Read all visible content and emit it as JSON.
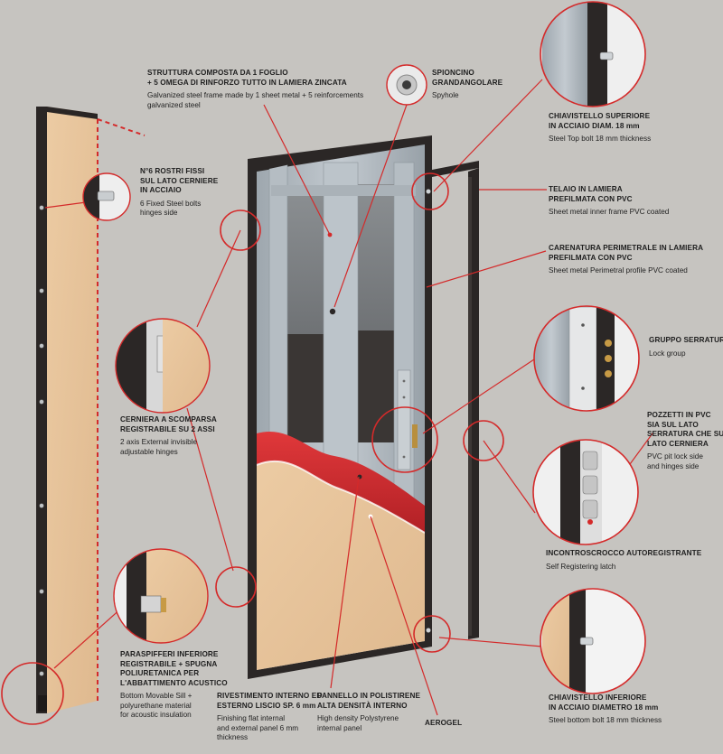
{
  "colors": {
    "background": "#c6c4c0",
    "callout": "#d42a2a",
    "frame": "#2b2726",
    "wood": "#e6c39b",
    "metal": "#a9b2b8",
    "insulation": "#c8242a"
  },
  "labels": {
    "struttura": {
      "it": "STRUTTURA COMPOSTA DA 1 FOGLIO\n+ 5 OMEGA DI RINFORZO TUTTO IN LAMIERA ZINCATA",
      "en": "Galvanized steel frame made by 1 sheet metal + 5 reinforcements\ngalvanized steel"
    },
    "spioncino": {
      "it": "SPIONCINO\nGRANDANGOLARE",
      "en": "Spyhole"
    },
    "chiavistello_sup": {
      "it": "CHIAVISTELLO SUPERIORE\nIN ACCIAIO DIAM. 18 mm",
      "en": "Steel Top bolt 18 mm thickness"
    },
    "rostri": {
      "it": "N°6 ROSTRI FISSI\nSUL LATO CERNIERE\nIN ACCIAIO",
      "en": "6 Fixed Steel bolts\nhinges side"
    },
    "telaio": {
      "it": "TELAIO IN LAMIERA\nPREFILMATA CON PVC",
      "en": "Sheet metal inner frame PVC coated"
    },
    "carenatura": {
      "it": "CARENATURA PERIMETRALE IN LAMIERA\nPREFILMATA CON PVC",
      "en": "Sheet metal Perimetral profile PVC coated"
    },
    "serratura": {
      "it": "GRUPPO SERRATURA",
      "en": "Lock group"
    },
    "cerniera": {
      "it": "CERNIERA A SCOMPARSA\nREGISTRABILE SU 2 ASSI",
      "en": "2 axis External invisible\nadjustable hinges"
    },
    "pozzetti": {
      "it": "POZZETTI IN PVC\nSIA SUL LATO\nSERRATURA CHE SUL\nLATO CERNIERA",
      "en": "PVC pit lock side\nand hinges side"
    },
    "incontroscrocco": {
      "it": "INCONTROSCROCCO AUTOREGISTRANTE",
      "en": "Self Registering latch"
    },
    "paraspifferi": {
      "it": "PARASPIFFERI INFERIORE\nREGISTRABILE + SPUGNA\nPOLIURETANICA PER\nL'ABBATTIMENTO ACUSTICO",
      "en": "Bottom Movable Sill +\npolyurethane material\nfor acoustic insulation"
    },
    "rivestimento": {
      "it": "RIVESTIMENTO INTERNO ED\nESTERNO LISCIO SP. 6 mm",
      "en": "Finishing flat internal\nand external panel 6 mm\nthickness"
    },
    "pannello": {
      "it": "PANNELLO IN POLISTIRENE\nALTA DENSITÀ INTERNO",
      "en": "High density Polystyrene\ninternal panel"
    },
    "aerogel": {
      "it": "AEROGEL",
      "en": ""
    },
    "chiavistello_inf": {
      "it": "CHIAVISTELLO INFERIORE\nIN ACCIAIO DIAMETRO 18 mm",
      "en": "Steel bottom bolt 18 mm thickness"
    }
  }
}
